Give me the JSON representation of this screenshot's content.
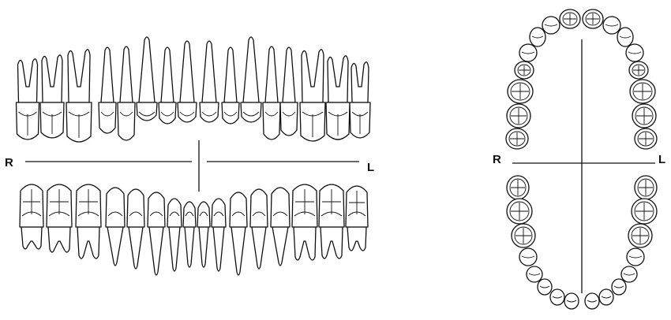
{
  "left_chart": {
    "right_side_label": "R",
    "left_side_label": "L",
    "upper_arch_teeth": 16,
    "lower_arch_teeth": 16
  },
  "right_chart": {
    "right_side_label": "R",
    "left_side_label": "L",
    "upper_arch_teeth": 16,
    "lower_arch_teeth": 16
  },
  "colors": {
    "ink": "#111111",
    "background": "#ffffff"
  }
}
